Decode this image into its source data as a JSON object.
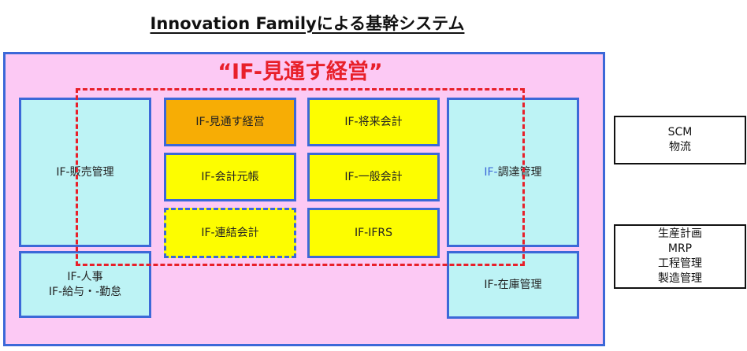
{
  "title": "Innovation Familyによる基幹システム",
  "headline": "“IF-見通す経営”",
  "modules": {
    "sales": "IF-販売管理",
    "hr_line1": "IF-人事",
    "hr_line2": "IF-給与・-勤怠",
    "management_outlook": "IF-見通す経営",
    "future_accounting": "IF-将来会計",
    "general_ledger": "IF-会計元帳",
    "general_accounting": "IF-一般会計",
    "consolidated_accounting": "IF-連結会計",
    "ifrs": "IF-IFRS",
    "procurement_prefix": "IF-",
    "procurement_label": "調達管理",
    "inventory": "IF-在庫管理"
  },
  "external": {
    "scm_line1": "SCM",
    "scm_line2": "物流",
    "production_line1": "生産計画",
    "production_line2": "MRP",
    "production_line3": "工程管理",
    "production_line4": "製造管理"
  },
  "colors": {
    "panel_background": "#fcc9f4",
    "panel_border": "#3c68d8",
    "headline": "#e8202a",
    "cyan_box": "#bdf3f5",
    "yellow_box": "#fdfd00",
    "orange_box": "#f7ad05"
  }
}
